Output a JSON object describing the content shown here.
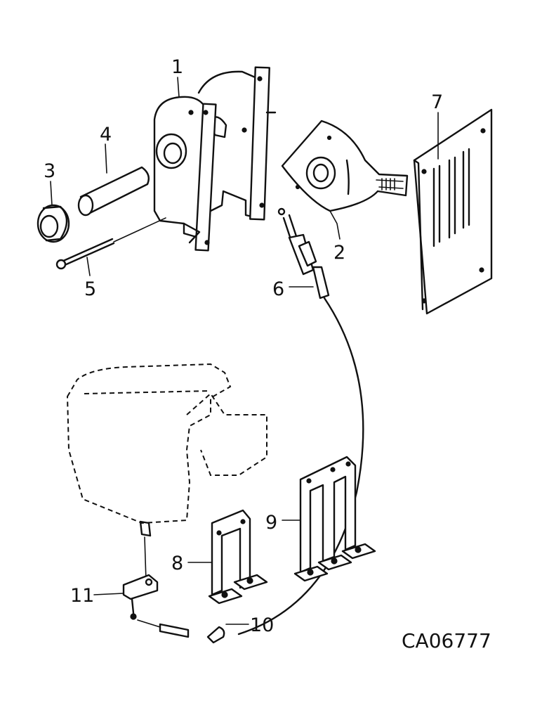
{
  "callouts": {
    "c1": "1",
    "c2": "2",
    "c3": "3",
    "c4": "4",
    "c5": "5",
    "c6": "6",
    "c7": "7",
    "c8": "8",
    "c9": "9",
    "c10": "10",
    "c11": "11"
  },
  "figure_code": "CA06777"
}
